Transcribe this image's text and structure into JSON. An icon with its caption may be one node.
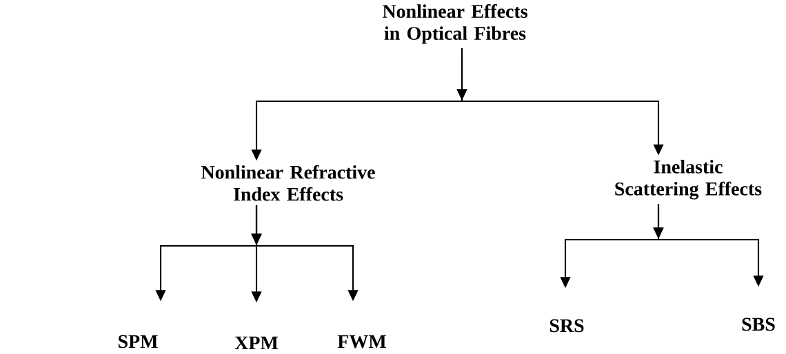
{
  "diagram": {
    "nodes": [
      {
        "text": [
          "Nonlinear Effects in Optical Fibres"
        ]
      },
      {
        "text": [
          "Nonlinear Refractive Index Effects"
        ]
      },
      {
        "text": [
          "Inelastic Scattering Effects"
        ]
      },
      {
        "text": [
          "SPM"
        ]
      },
      {
        "text": [
          "XPM"
        ]
      },
      {
        "text": [
          "FWM"
        ]
      },
      {
        "text": [
          "SRS"
        ]
      },
      {
        "text": [
          "SBS"
        ]
      }
    ],
    "edges": [
      {
        "from": 0,
        "to": 1,
        "arrow": "to"
      },
      {
        "from": 0,
        "to": 2,
        "arrow": "to"
      },
      {
        "from": 1,
        "to": 3,
        "arrow": "to"
      },
      {
        "from": 1,
        "to": 4,
        "arrow": "to"
      },
      {
        "from": 1,
        "to": 5,
        "arrow": "to"
      },
      {
        "from": 2,
        "to": 6,
        "arrow": "to"
      },
      {
        "from": 2,
        "to": 7,
        "arrow": "to"
      }
    ]
  }
}
